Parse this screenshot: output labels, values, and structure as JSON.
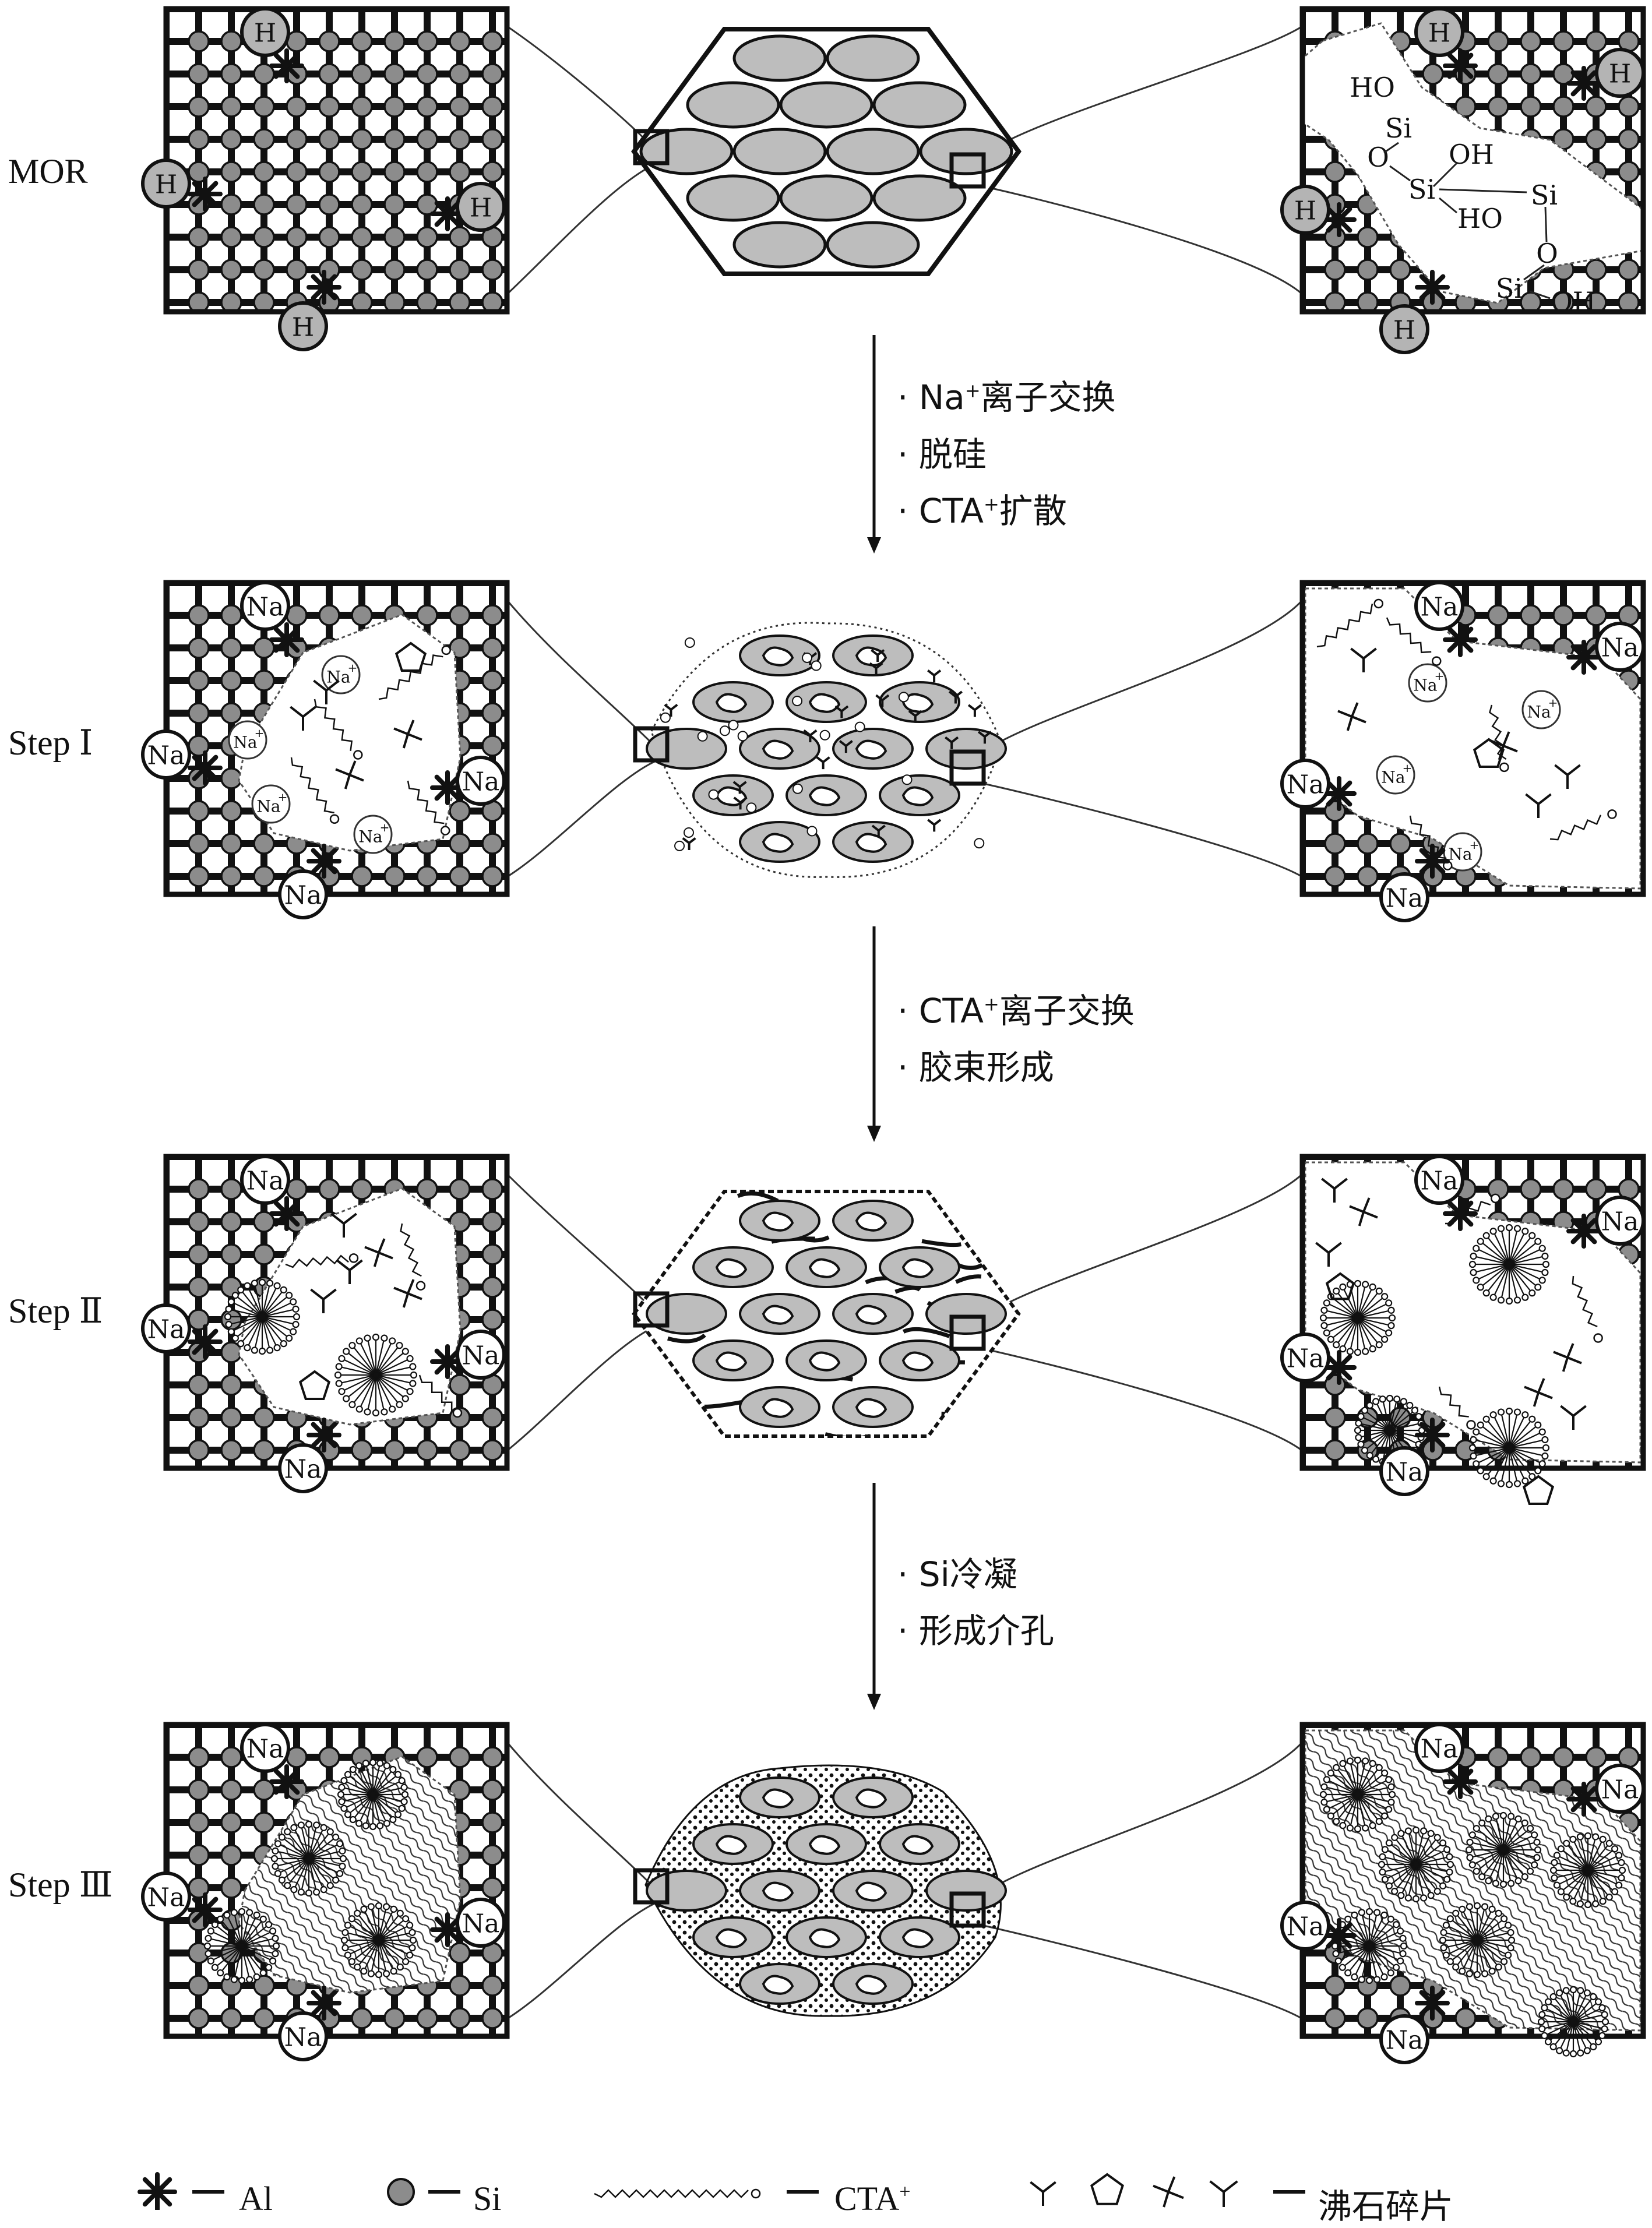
{
  "stages": [
    {
      "label": "MOR"
    },
    {
      "label": "Step Ⅰ"
    },
    {
      "label": "Step Ⅱ"
    },
    {
      "label": "Step Ⅲ"
    }
  ],
  "atoms": {
    "H": "H",
    "Na": "Na",
    "Na_plus_base": "Na",
    "plus": "+",
    "Si": "Si",
    "O": "O",
    "HO": "HO",
    "OH": "OH"
  },
  "transitions": [
    {
      "steps": [
        {
          "base": "Na",
          "sup": "+",
          "rest": "离子交换"
        },
        {
          "base": "脱硅",
          "sup": "",
          "rest": ""
        },
        {
          "base": "CTA",
          "sup": "+",
          "rest": "扩散"
        }
      ]
    },
    {
      "steps": [
        {
          "base": "CTA",
          "sup": "+",
          "rest": "离子交换"
        },
        {
          "base": "胶束形成",
          "sup": "",
          "rest": ""
        }
      ]
    },
    {
      "steps": [
        {
          "base": "Si冷凝",
          "sup": "",
          "rest": ""
        },
        {
          "base": "形成介孔",
          "sup": "",
          "rest": ""
        }
      ]
    }
  ],
  "legend": {
    "al": "Al",
    "si": "Si",
    "cta_base": "CTA",
    "cta_sup": "+",
    "fragments": "沸石碎片"
  },
  "colors": {
    "line": "#111111",
    "si_fill": "#8c8c8c",
    "h_fill": "#b4b4b4",
    "crystal_fill": "#bdbdbd",
    "background": "#ffffff"
  }
}
